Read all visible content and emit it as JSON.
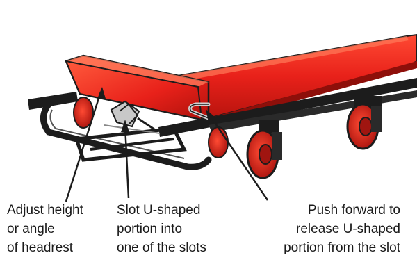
{
  "illustration": {
    "subject": "creeper-with-adjustable-headrest",
    "colors": {
      "body_red": "#e8211a",
      "body_red_dark": "#a8120d",
      "body_red_light": "#ff6a4a",
      "frame_black": "#1c1c1c",
      "wheel_red": "#d81c16",
      "metal_grey": "#bfbfbf"
    }
  },
  "labels": {
    "headrest": [
      "Adjust height",
      "or angle",
      "of headrest"
    ],
    "slot": [
      "Slot U-shaped",
      "portion into",
      "one of the slots"
    ],
    "release": [
      "Push forward to",
      "release U-shaped",
      "portion from the slot"
    ]
  }
}
